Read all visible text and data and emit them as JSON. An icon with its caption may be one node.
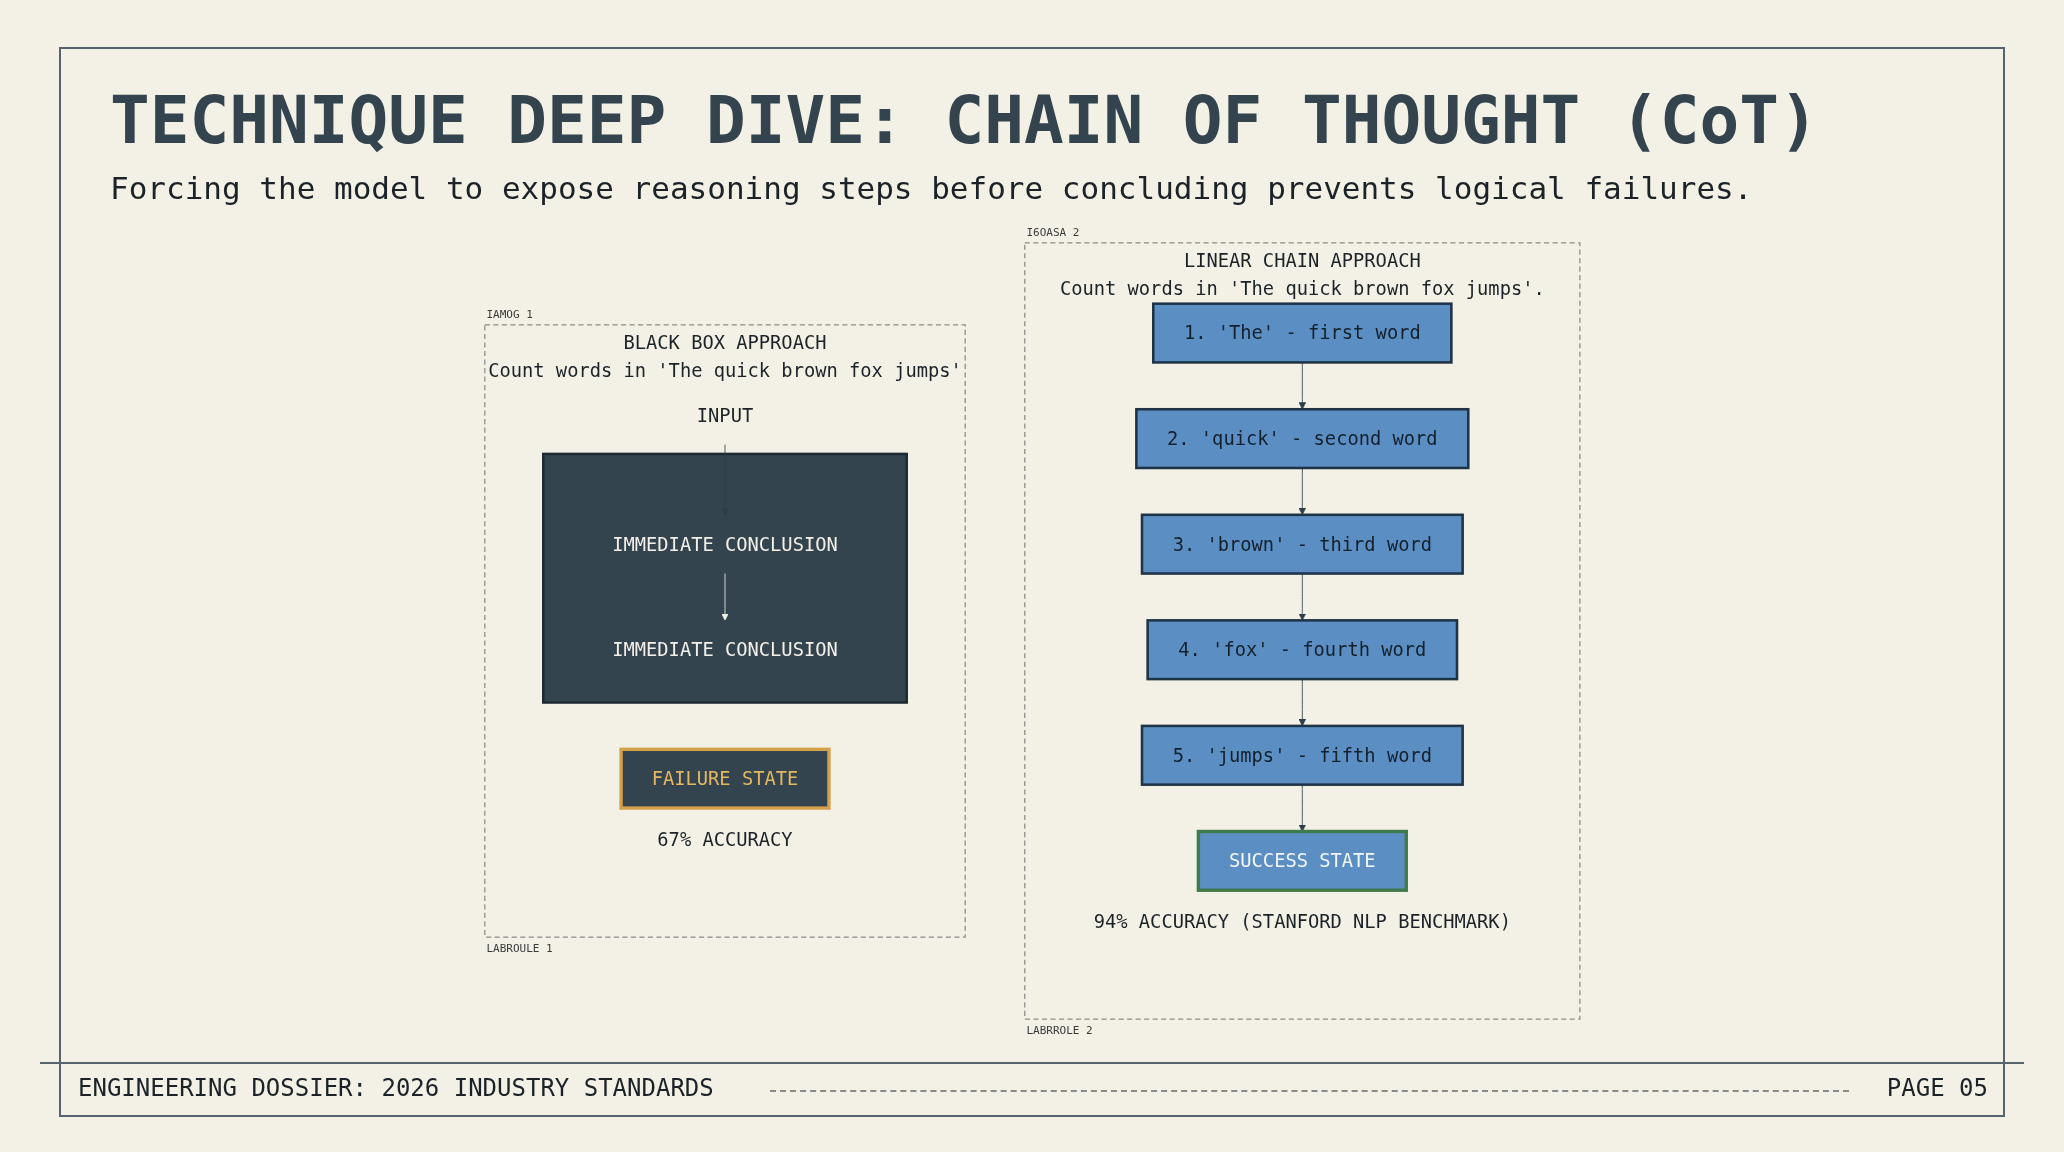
{
  "diagram": {
    "title": "TECHNIQUE DEEP DIVE: CHAIN OF THOUGHT (CoT)",
    "nodes": [
      {
        "text": [
          "BLACK BOX APPROACH",
          "Count words in 'The quick brown fox jumps'"
        ]
      },
      {
        "text": [
          "INPUT"
        ],
        "in": 0
      },
      {
        "text": [],
        "shape": "box",
        "in": 0
      },
      {
        "text": [
          "IMMEDIATE CONCLUSION"
        ],
        "in": 2
      },
      {
        "text": [
          "IMMEDIATE CONCLUSION"
        ],
        "in": 2
      },
      {
        "text": [
          "FAILURE STATE"
        ],
        "in": 0,
        "beside": [
          "67% ACCURACY"
        ]
      },
      {
        "text": [
          "LINEAR CHAIN APPROACH",
          "Count words in 'The quick brown fox jumps'."
        ]
      },
      {
        "text": [
          "1. 'The' - first word"
        ],
        "in": 6
      },
      {
        "text": [
          "2. 'quick' - second word"
        ],
        "in": 6
      },
      {
        "text": [
          "3. 'brown' - third word"
        ],
        "in": 6
      },
      {
        "text": [
          "4. 'fox' - fourth word"
        ],
        "in": 6
      },
      {
        "text": [
          "5. 'jumps' - fifth word"
        ],
        "in": 6
      },
      {
        "text": [
          "SUCCESS STATE"
        ],
        "in": 6,
        "beside": [
          "94% ACCURACY (STANFORD NLP BENCHMARK)"
        ]
      }
    ],
    "edges": [
      {
        "from": 1,
        "to": 3,
        "arrow": "to"
      },
      {
        "from": 3,
        "to": 4,
        "arrow": "to",
        "color": "#f2f0e8"
      },
      {
        "from": 7,
        "to": 8,
        "arrow": "to"
      },
      {
        "from": 8,
        "to": 9,
        "arrow": "to"
      },
      {
        "from": 9,
        "to": 10,
        "arrow": "to"
      },
      {
        "from": 10,
        "to": 11,
        "arrow": "to"
      },
      {
        "from": 11,
        "to": 12,
        "arrow": "to"
      }
    ],
    "labels": [
      "Forcing the model to expose reasoning steps before concluding prevents logical failures.",
      "IAMOG 1",
      "I6OASA 2",
      "LABROULE 1",
      "LABRROLE 2",
      "ENGINEERING DOSSIER: 2026 INDUSTRY STANDARDS",
      "PAGE 05"
    ]
  }
}
